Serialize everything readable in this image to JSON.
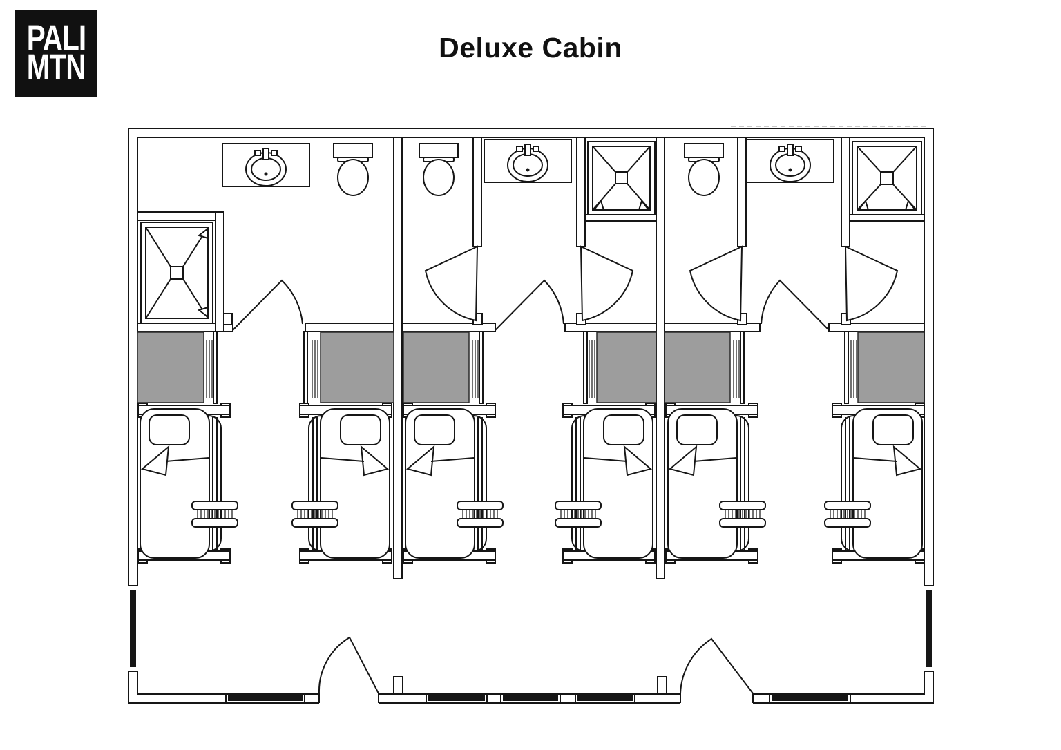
{
  "title": "Deluxe Cabin",
  "logo": {
    "line1": "PALI",
    "line2": "MTN"
  },
  "colors": {
    "paper": "#ffffff",
    "wall": "#161616",
    "closet": "#9d9d9d",
    "dash": "#c9c9c9",
    "logo_bg": "#111111",
    "logo_text": "#ffffff"
  },
  "floor_plan": {
    "bathrooms": [
      {
        "id": "left",
        "fixtures": [
          "sink",
          "toilet",
          "shower"
        ],
        "doors": 1
      },
      {
        "id": "middle",
        "fixtures": [
          "toilet",
          "sink",
          "shower"
        ],
        "doors": 1,
        "compartment_swings": 2
      },
      {
        "id": "right",
        "fixtures": [
          "toilet",
          "sink",
          "shower"
        ],
        "doors": 1,
        "compartment_swings": 2
      }
    ],
    "bunk_beds": 6,
    "closets": 6,
    "windows": {
      "left_wall": 1,
      "right_wall": 1,
      "bottom_wall": 5
    },
    "entry_doors": 2
  }
}
